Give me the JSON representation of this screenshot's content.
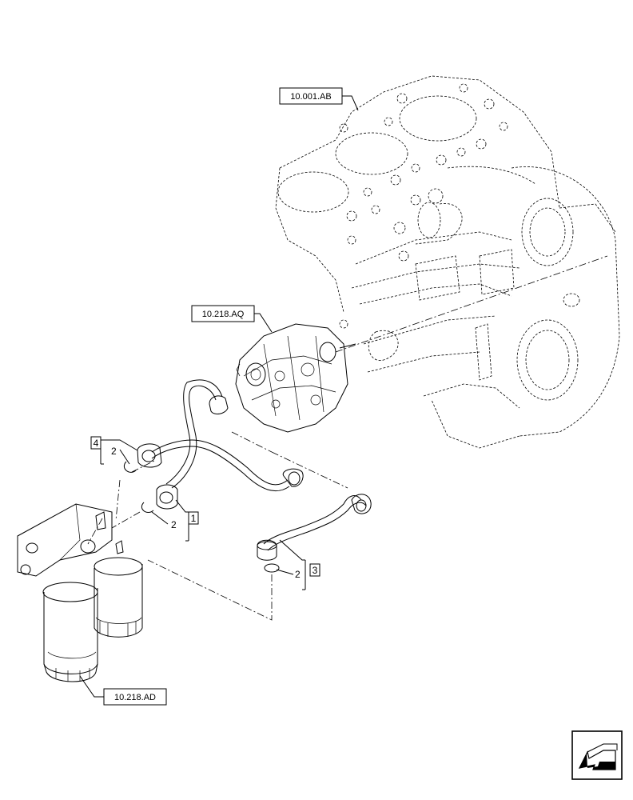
{
  "references": {
    "engine_block": "10.001.AB",
    "injection_pump": "10.218.AQ",
    "fuel_filter": "10.218.AD"
  },
  "callouts": {
    "item_1": "1",
    "item_2_a": "2",
    "item_2_b": "2",
    "item_2_c": "2",
    "item_3": "3",
    "item_4": "4"
  },
  "nav_icon": "arrow-icon"
}
